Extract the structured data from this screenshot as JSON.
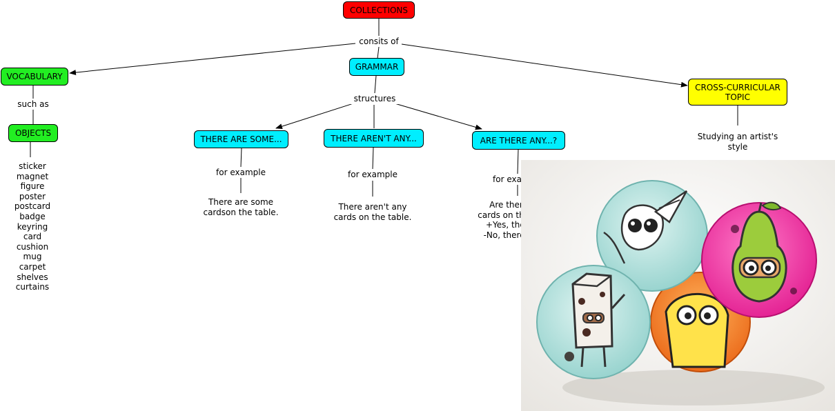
{
  "colors": {
    "collections": "#ff0000",
    "vocabulary": "#22ee22",
    "grammar": "#00eeff",
    "cross_curricular": "#ffff00"
  },
  "nodes": {
    "collections": "COLLECTIONS",
    "vocabulary": "VOCABULARY",
    "objects": "OBJECTS",
    "grammar": "GRAMMAR",
    "there_are_some": "THERE ARE SOME...",
    "there_arent_any": "THERE AREN'T ANY...",
    "are_there_any": "ARE THERE ANY...?",
    "cross_curricular": "CROSS-CURRICULAR TOPIC"
  },
  "links": {
    "consits_of": "consits of",
    "such_as": "such as",
    "structures": "structures",
    "for_example_1": "for example",
    "for_example_2": "for example",
    "for_example_3": "for example"
  },
  "texts": {
    "objects_list": [
      "sticker",
      "magnet",
      "figure",
      "poster",
      "postcard",
      "badge",
      "keyring",
      "card",
      "cushion",
      "mug",
      "carpet",
      "shelves",
      "curtains"
    ],
    "there_are_some_example": [
      "There are some",
      "cardson the table."
    ],
    "there_arent_any_example": [
      "There aren't any",
      "cards on the table."
    ],
    "are_there_any_example": [
      "Are there any",
      "cards on the table?",
      "+Yes, there are",
      "-No, there aren't"
    ],
    "cross_curricular_example": [
      "Studying an artist's",
      "style"
    ]
  }
}
